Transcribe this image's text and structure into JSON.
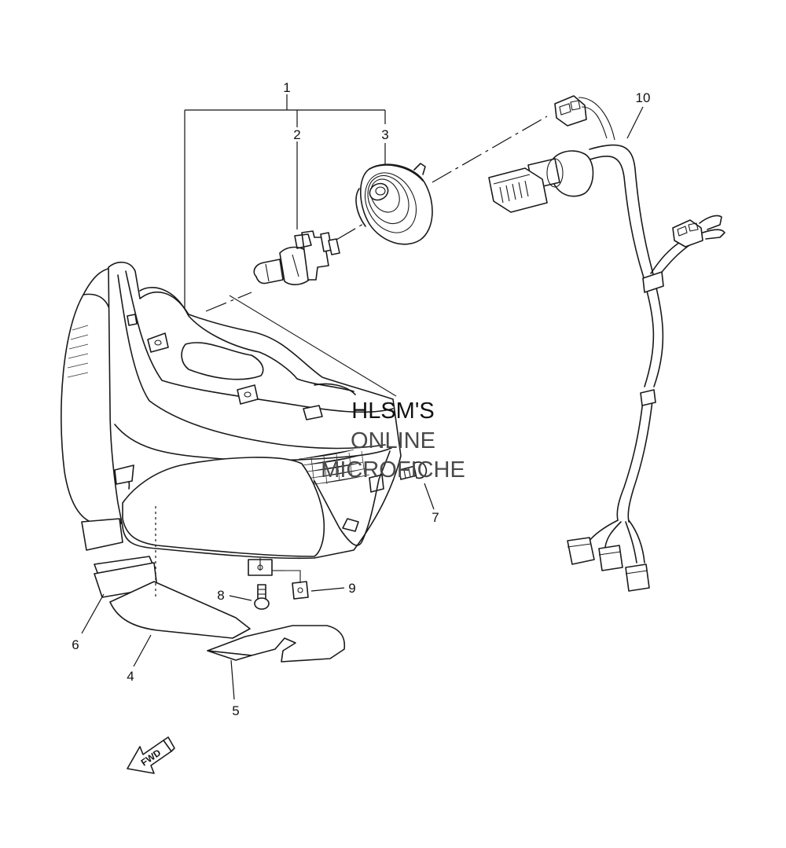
{
  "callouts": [
    {
      "id": "1",
      "label": "1"
    },
    {
      "id": "2",
      "label": "2"
    },
    {
      "id": "3",
      "label": "3"
    },
    {
      "id": "4",
      "label": "4"
    },
    {
      "id": "5",
      "label": "5"
    },
    {
      "id": "6",
      "label": "6"
    },
    {
      "id": "7",
      "label": "7"
    },
    {
      "id": "8",
      "label": "8"
    },
    {
      "id": "9",
      "label": "9"
    },
    {
      "id": "10",
      "label": "10"
    }
  ],
  "watermark": {
    "line1": "HLSM'S",
    "line2": "ONLINE",
    "line3": "MICROFICHE"
  },
  "direction_badge": {
    "label": "FWD",
    "icon": "forward-arrow-icon"
  },
  "colors": {
    "line": "#1a1a1a",
    "background": "#ffffff"
  }
}
